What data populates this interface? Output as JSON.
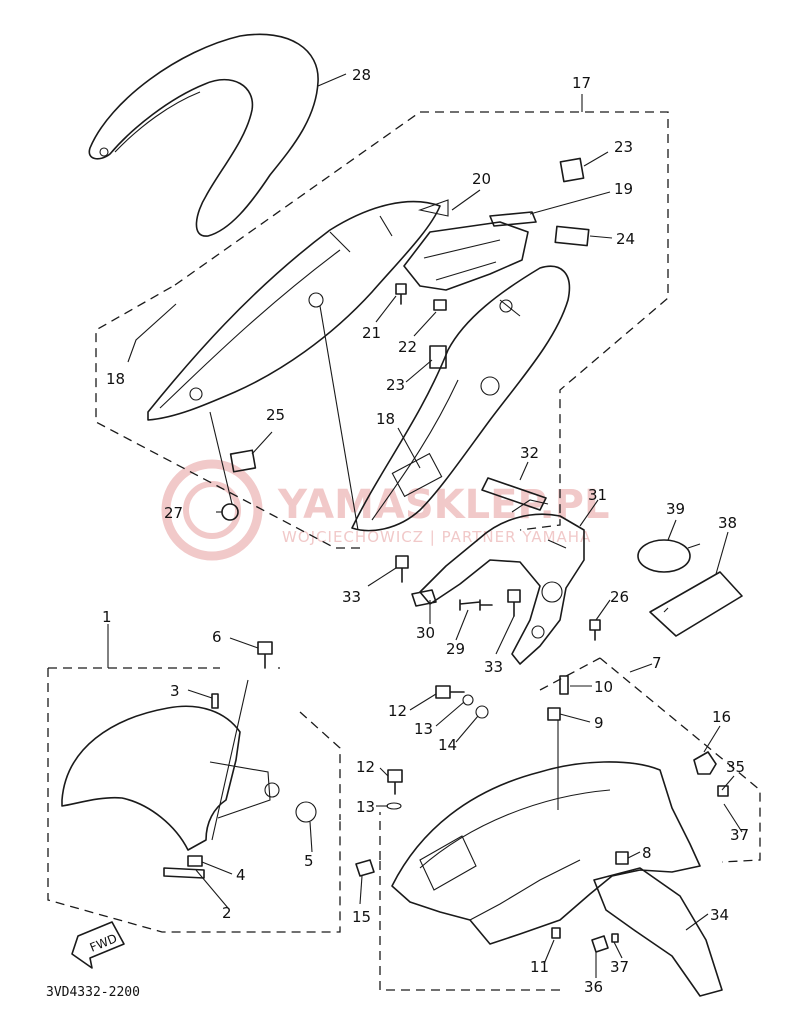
{
  "diagram": {
    "callouts": [
      {
        "id": "c28",
        "text": "28"
      },
      {
        "id": "c17",
        "text": "17"
      },
      {
        "id": "c23a",
        "text": "23"
      },
      {
        "id": "c20",
        "text": "20"
      },
      {
        "id": "c19",
        "text": "19"
      },
      {
        "id": "c24",
        "text": "24"
      },
      {
        "id": "c21",
        "text": "21"
      },
      {
        "id": "c22",
        "text": "22"
      },
      {
        "id": "c23b",
        "text": "23"
      },
      {
        "id": "c18a",
        "text": "18"
      },
      {
        "id": "c18b",
        "text": "18"
      },
      {
        "id": "c25",
        "text": "25"
      },
      {
        "id": "c27",
        "text": "27"
      },
      {
        "id": "c32",
        "text": "32"
      },
      {
        "id": "c31",
        "text": "31"
      },
      {
        "id": "c39",
        "text": "39"
      },
      {
        "id": "c38",
        "text": "38"
      },
      {
        "id": "c33a",
        "text": "33"
      },
      {
        "id": "c30",
        "text": "30"
      },
      {
        "id": "c29",
        "text": "29"
      },
      {
        "id": "c33b",
        "text": "33"
      },
      {
        "id": "c26",
        "text": "26"
      },
      {
        "id": "c1",
        "text": "1"
      },
      {
        "id": "c6",
        "text": "6"
      },
      {
        "id": "c3",
        "text": "3"
      },
      {
        "id": "c5",
        "text": "5"
      },
      {
        "id": "c4",
        "text": "4"
      },
      {
        "id": "c2",
        "text": "2"
      },
      {
        "id": "c7",
        "text": "7"
      },
      {
        "id": "c10",
        "text": "10"
      },
      {
        "id": "c9",
        "text": "9"
      },
      {
        "id": "c12a",
        "text": "12"
      },
      {
        "id": "c13a",
        "text": "13"
      },
      {
        "id": "c14",
        "text": "14"
      },
      {
        "id": "c12b",
        "text": "12"
      },
      {
        "id": "c13b",
        "text": "13"
      },
      {
        "id": "c16",
        "text": "16"
      },
      {
        "id": "c35",
        "text": "35"
      },
      {
        "id": "c37a",
        "text": "37"
      },
      {
        "id": "c8",
        "text": "8"
      },
      {
        "id": "c15",
        "text": "15"
      },
      {
        "id": "c34",
        "text": "34"
      },
      {
        "id": "c11",
        "text": "11"
      },
      {
        "id": "c37b",
        "text": "37"
      },
      {
        "id": "c36",
        "text": "36"
      }
    ],
    "fwd_label": "FWD",
    "drawing_code": "3VD4332-2200",
    "watermark": {
      "brand": "YAMASKLEP.PL",
      "subline": "WOJCIECHOWICZ | PARTNER YAMAHA"
    }
  }
}
